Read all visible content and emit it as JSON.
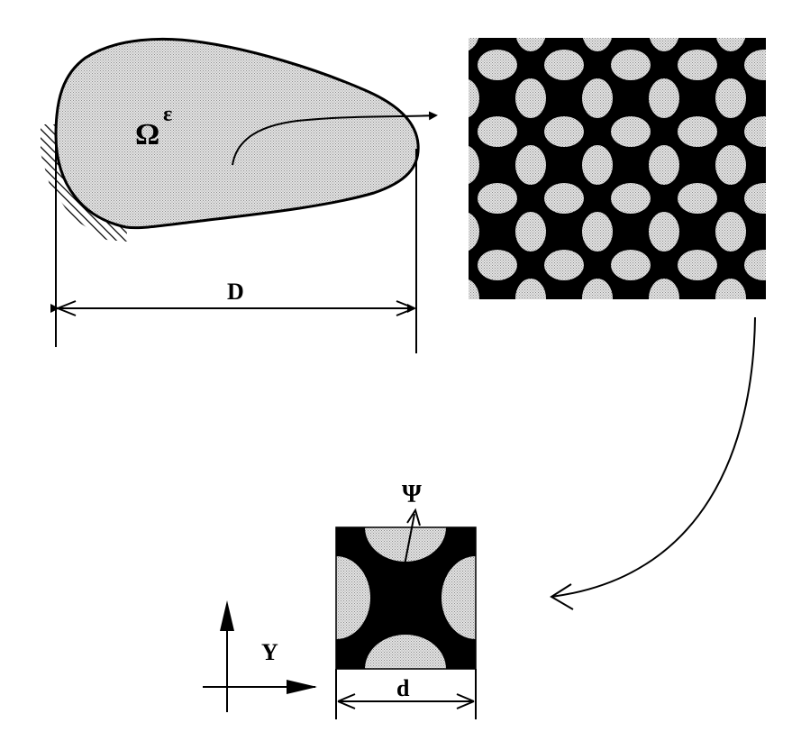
{
  "labels": {
    "domain": "Ω",
    "domain_superscript": "ε",
    "macro_length": "D",
    "cell_boundary": "Ψ",
    "cell_coordinate": "Y",
    "cell_length": "d"
  },
  "colors": {
    "ink": "#000000",
    "stipple_light": "#e6e6e6",
    "stipple_dark": "#9a9a9a",
    "background": "#ffffff"
  }
}
